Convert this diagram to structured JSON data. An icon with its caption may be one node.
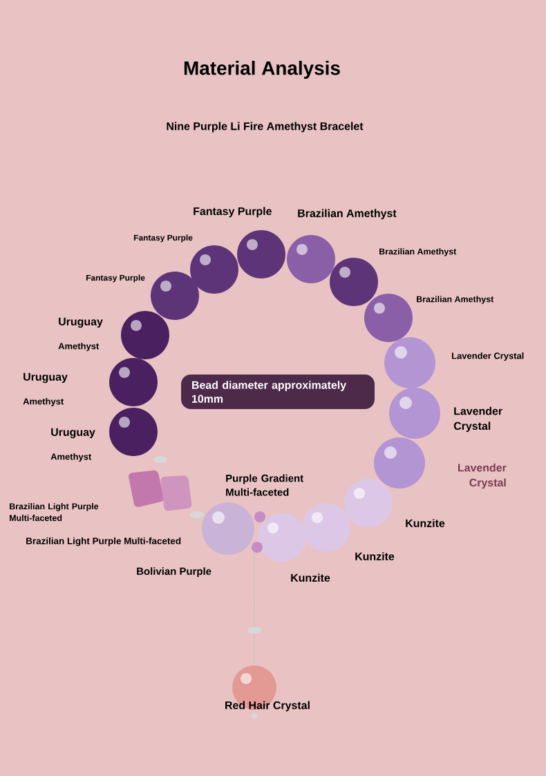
{
  "diagram": {
    "title": "Material Analysis",
    "nodes": [
      {
        "text": [
          "Bead diameter approximately 10mm"
        ]
      }
    ],
    "labels": [
      "Nine Purple Li Fire Amethyst Bracelet",
      "Fantasy Purple",
      "Brazilian Amethyst",
      "Fantasy Purple",
      "Brazilian Amethyst",
      "Fantasy Purple",
      "Brazilian Amethyst",
      "Uruguay",
      "Amethyst",
      "Lavender Crystal",
      "Uruguay",
      "Amethyst",
      "Lavender Crystal",
      "Uruguay",
      "Amethyst",
      "Lavender Crystal",
      "Purple Gradient Multi-faceted",
      "Brazilian Light Purple Multi-faceted",
      "Kunzite",
      "Brazilian Light Purple Multi-faceted",
      "Kunzite",
      "Bolivian Purple",
      "Kunzite",
      "Red Hair Crystal"
    ]
  }
}
